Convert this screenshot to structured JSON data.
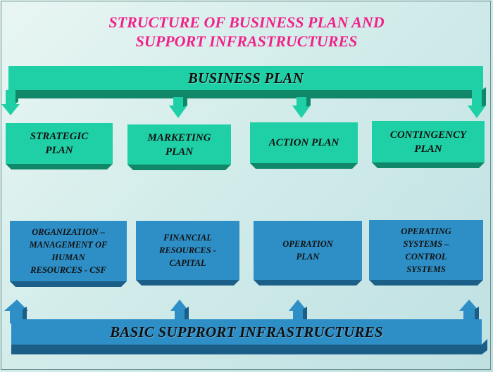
{
  "title": {
    "line1": "STRUCTURE OF BUSINESS PLAN AND",
    "line2": "SUPPORT INFRASTRUCTURES"
  },
  "top_bar": {
    "label": "BUSINESS PLAN"
  },
  "plans": [
    {
      "line1": "STRATEGIC",
      "line2": "PLAN"
    },
    {
      "line1": "MARKETING",
      "line2": "PLAN"
    },
    {
      "line1": "ACTION PLAN",
      "line2": ""
    },
    {
      "line1": "CONTINGENCY",
      "line2": "PLAN"
    }
  ],
  "supports": [
    {
      "lines": [
        "ORGANIZATION –",
        "MANAGEMENT OF",
        "HUMAN",
        "RESOURCES - CSF"
      ]
    },
    {
      "lines": [
        "FINANCIAL",
        "RESOURCES -",
        "CAPITAL"
      ]
    },
    {
      "lines": [
        "OPERATION",
        "PLAN"
      ]
    },
    {
      "lines": [
        "OPERATING",
        "SYSTEMS –",
        "CONTROL",
        "SYSTEMS"
      ]
    }
  ],
  "bottom_bar": {
    "label": "BASIC SUPPRORT INFRASTRUCTURES"
  },
  "colors": {
    "title": "#f2218a",
    "green_face": "#1fd0a6",
    "green_shade": "#11876a",
    "blue_face": "#2e8fc7",
    "blue_shade": "#1b5f88"
  }
}
